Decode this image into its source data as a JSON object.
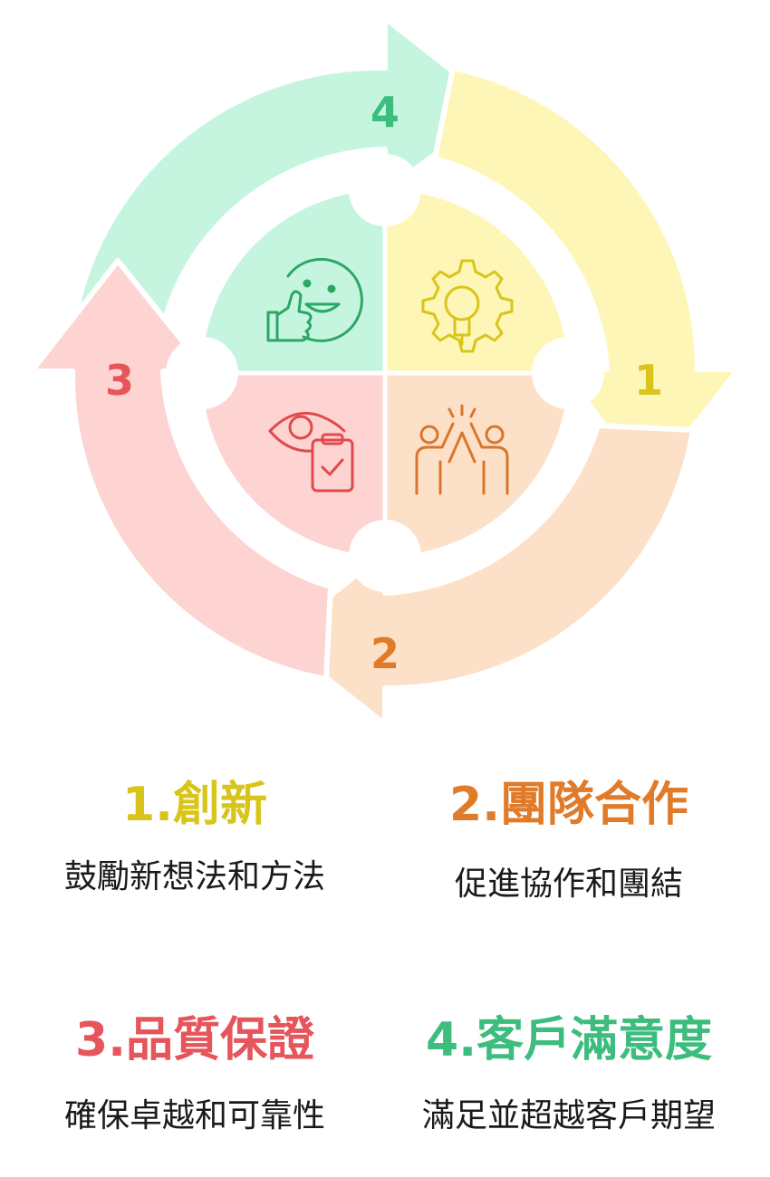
{
  "colors": {
    "innovation": "#d9c51a",
    "teamwork": "#e07b2a",
    "quality": "#e5555a",
    "satisfaction": "#3cbd7e"
  },
  "cycle": {
    "step1_number": "1",
    "step2_number": "2",
    "step3_number": "3",
    "step4_number": "4",
    "icons": [
      "lightbulb-gear-icon",
      "high-five-people-icon",
      "eye-clipboard-icon",
      "thumbs-up-smiley-icon"
    ]
  },
  "items": [
    {
      "title": "1.創新",
      "desc": "鼓勵新想法和方法"
    },
    {
      "title": "2.團隊合作",
      "desc": "促進協作和團結"
    },
    {
      "title": "3.品質保證",
      "desc": "確保卓越和可靠性"
    },
    {
      "title": "4.客戶滿意度",
      "desc": "滿足並超越客戶期望"
    }
  ]
}
